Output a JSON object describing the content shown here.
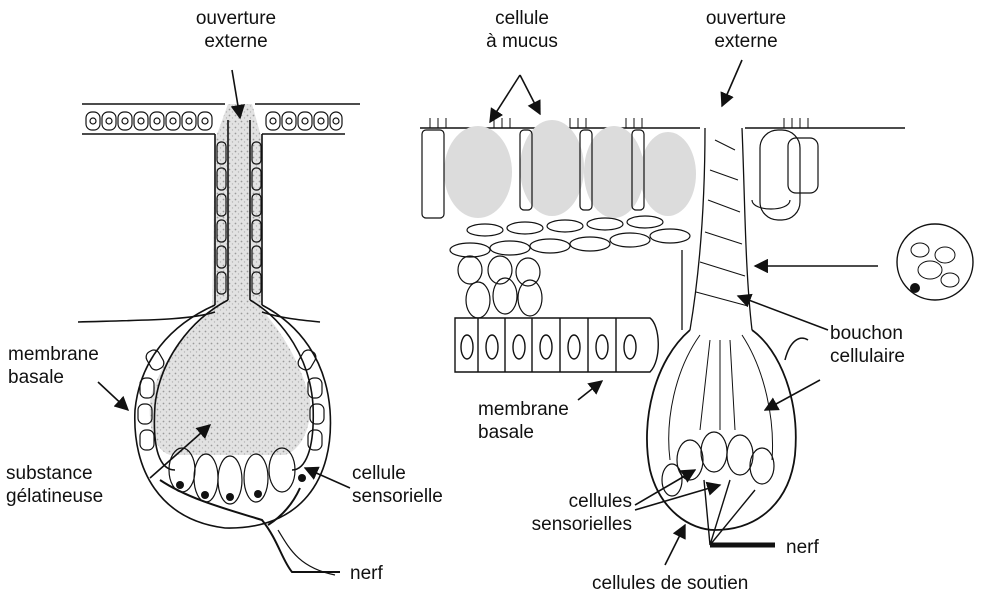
{
  "labels": {
    "left_ouverture_l1": "ouverture",
    "left_ouverture_l2": "externe",
    "membrane_left_l1": "membrane",
    "membrane_left_l2": "basale",
    "substance_l1": "substance",
    "substance_l2": "gélatineuse",
    "cellule_sens_l1": "cellule",
    "cellule_sens_l2": "sensorielle",
    "nerf_left": "nerf",
    "mucus_l1": "cellule",
    "mucus_l2": "à mucus",
    "right_ouverture_l1": "ouverture",
    "right_ouverture_l2": "externe",
    "bouchon_l1": "bouchon",
    "bouchon_l2": "cellulaire",
    "membrane_right_l1": "membrane",
    "membrane_right_l2": "basale",
    "cellules_sens_l1": "cellules",
    "cellules_sens_l2": "sensorielles",
    "nerf_right": "nerf",
    "soutien": "cellules de soutien"
  },
  "colors": {
    "ink": "#111111",
    "stipple": "#d9d9d9",
    "background": "#ffffff"
  }
}
